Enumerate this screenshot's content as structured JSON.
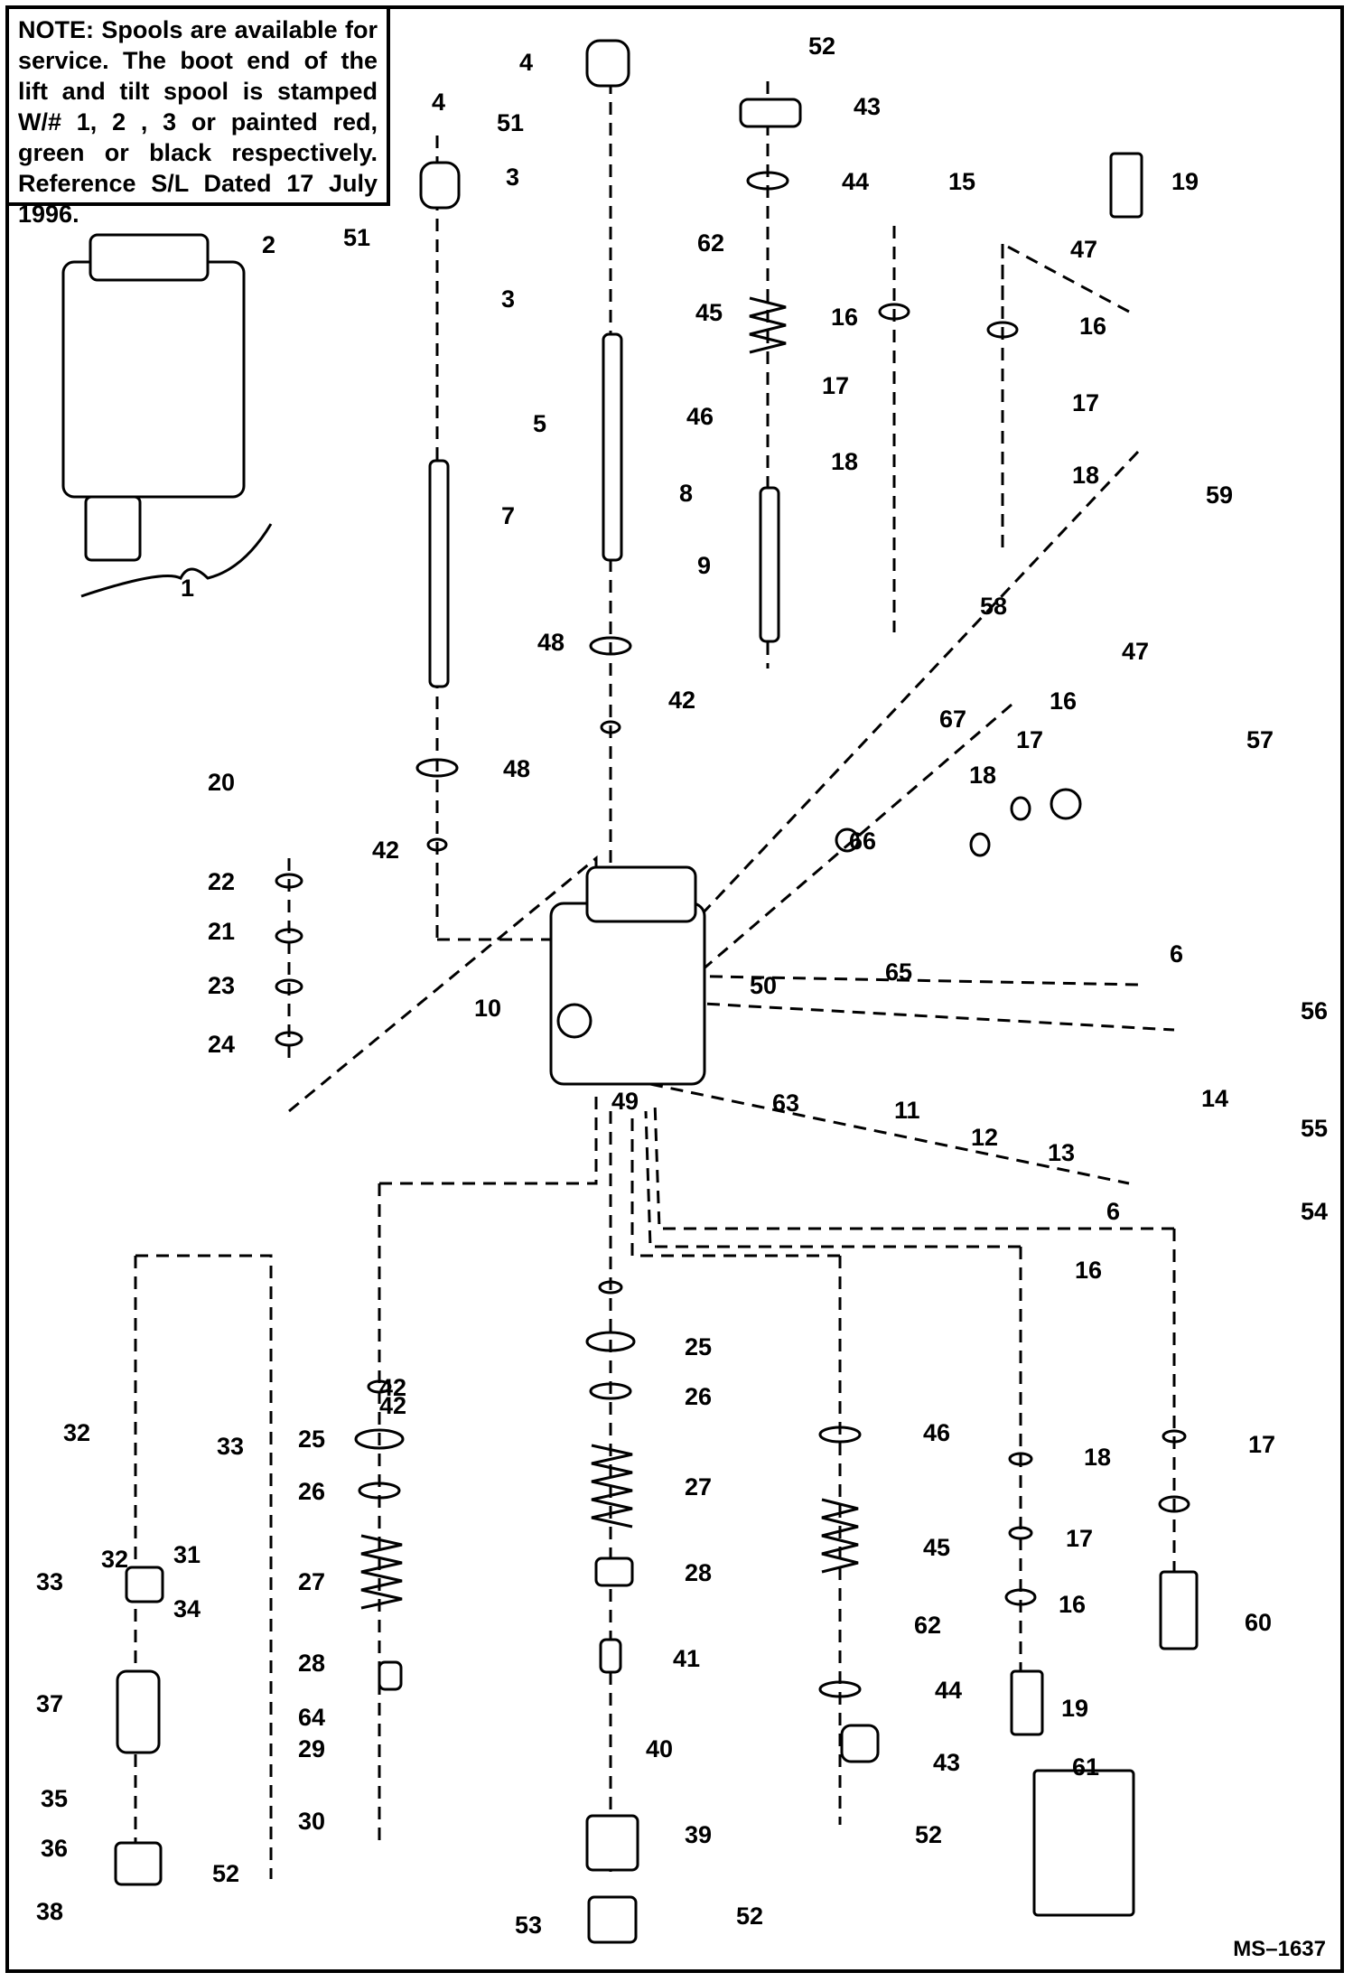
{
  "note": {
    "label": "NOTE:",
    "text": "Spools are available for service. The boot end of the lift and tilt spool is stamped W/# 1, 2 , 3 or painted red, green or black respectively. Reference S/L Dated 17 July 1996."
  },
  "figure_code": "MS–1637",
  "callouts": [
    "1",
    "2",
    "3",
    "3",
    "4",
    "4",
    "5",
    "6",
    "6",
    "7",
    "8",
    "9",
    "10",
    "11",
    "12",
    "13",
    "14",
    "15",
    "16",
    "16",
    "16",
    "16",
    "16",
    "17",
    "17",
    "17",
    "17",
    "17",
    "18",
    "18",
    "18",
    "18",
    "19",
    "19",
    "20",
    "21",
    "22",
    "23",
    "24",
    "25",
    "25",
    "26",
    "26",
    "27",
    "27",
    "28",
    "28",
    "29",
    "30",
    "31",
    "32",
    "32",
    "33",
    "33",
    "34",
    "35",
    "36",
    "37",
    "38",
    "39",
    "40",
    "41",
    "42",
    "42",
    "42",
    "42",
    "43",
    "43",
    "44",
    "44",
    "45",
    "45",
    "46",
    "46",
    "47",
    "47",
    "48",
    "48",
    "49",
    "50",
    "51",
    "51",
    "52",
    "52",
    "52",
    "52",
    "53",
    "54",
    "55",
    "56",
    "57",
    "58",
    "59",
    "60",
    "61",
    "62",
    "62",
    "63",
    "64",
    "65",
    "66",
    "67"
  ]
}
